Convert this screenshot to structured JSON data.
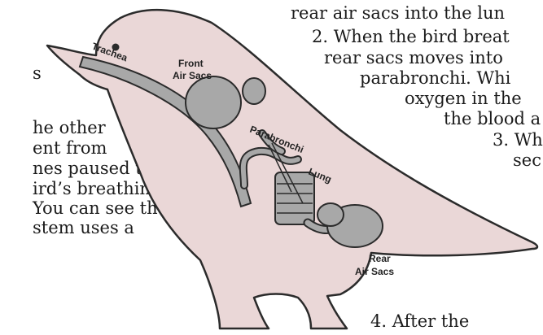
{
  "colors": {
    "bird_fill": "#ead7d7",
    "organ_fill": "#a8a8a8",
    "outline": "#2b2b2b",
    "text": "#1b1b1b"
  },
  "left_text": [
    "s",
    "he other",
    "ent from",
    "nes paused to",
    "ird’s breathing",
    "You can see that",
    "stem uses a"
  ],
  "right_text": [
    "rear air sacs into the lun",
    "2. When the bird breat",
    "rear sacs moves into",
    "parabronchi. Whi",
    "oxygen in the",
    "the blood a",
    "3. Wh",
    "sec",
    "4. After the"
  ],
  "diagram": {
    "labels": {
      "trachea": "Trachea",
      "front_air_sacs_1": "Front",
      "front_air_sacs_2": "Air Sacs",
      "parabronchi": "Parabronchi",
      "lung": "Lung",
      "rear_air_sacs_1": "Rear",
      "rear_air_sacs_2": "Air Sacs"
    }
  }
}
